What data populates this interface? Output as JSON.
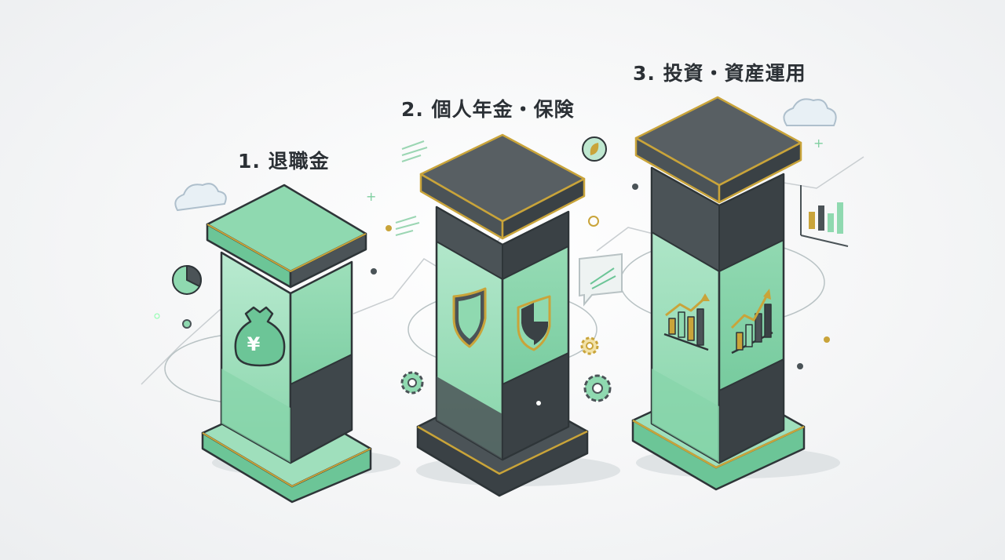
{
  "pillars": [
    {
      "label": "1. 退職金",
      "icon": "money-bag-yen-icon",
      "glyph": "¥"
    },
    {
      "label": "2. 個人年金・保険",
      "icon": "shield-icon"
    },
    {
      "label": "3. 投資・資産運用",
      "icon": "growth-chart-icon"
    }
  ],
  "colors": {
    "dark": "#4b5357",
    "dark_deep": "#3a4145",
    "mint": "#8fd9b0",
    "mint_light": "#b7e8cc",
    "mint_dark": "#6cc597",
    "gold": "#c9a43a",
    "outline": "#2e3538"
  }
}
